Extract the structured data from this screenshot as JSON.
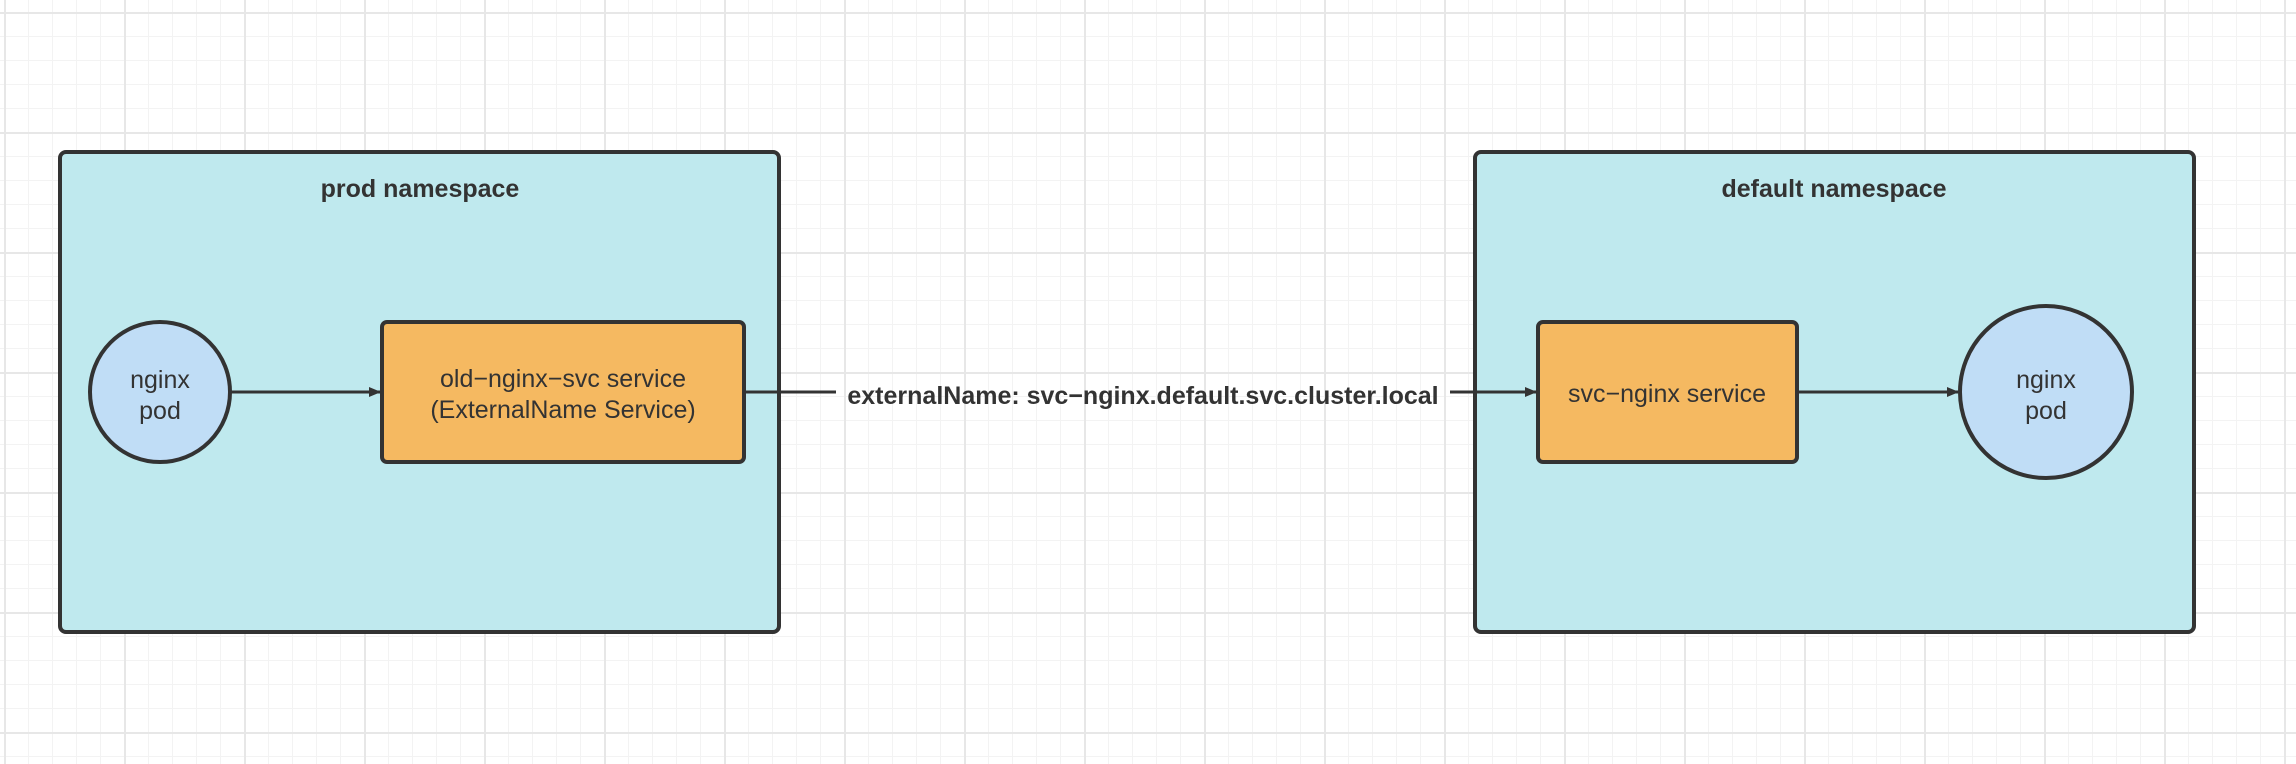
{
  "colors": {
    "namespace_fill": "#bfe9ee",
    "service_fill": "#f5b961",
    "pod_fill": "#c0ddf6",
    "stroke": "#333333",
    "text": "#333333"
  },
  "namespaces": {
    "prod": {
      "label": "prod namespace"
    },
    "default": {
      "label": "default namespace"
    }
  },
  "nodes": {
    "prod_pod": {
      "line1": "nginx",
      "line2": "pod"
    },
    "old_service": {
      "line1": "old−nginx−svc service",
      "line2": "(ExternalName Service)"
    },
    "svc_service": {
      "label": "svc−nginx service"
    },
    "default_pod": {
      "line1": "nginx",
      "line2": "pod"
    }
  },
  "edges": {
    "external_name_label": "externalName: svc−nginx.default.svc.cluster.local"
  }
}
